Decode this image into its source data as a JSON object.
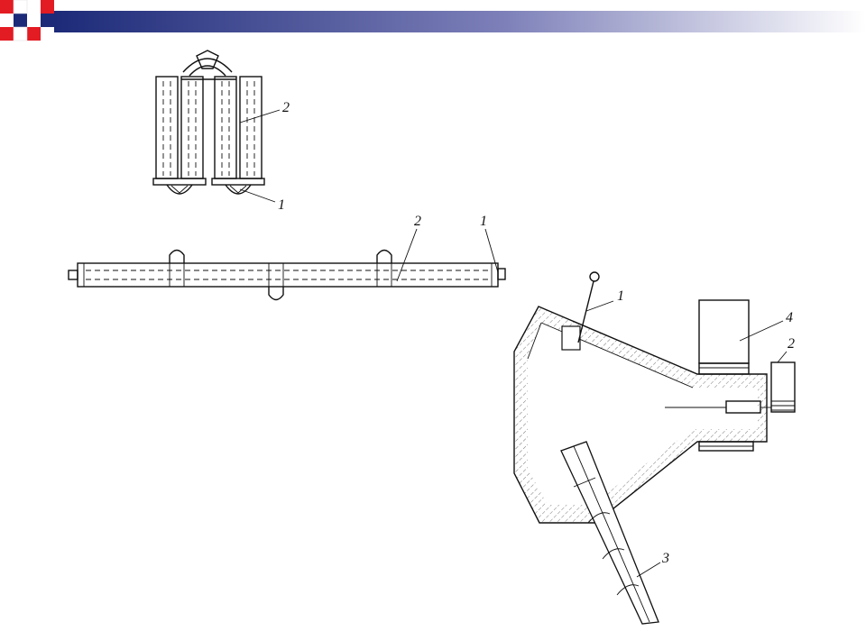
{
  "colors": {
    "banner_start": "#1c2a78",
    "banner_end": "#ffffff",
    "logo_red": "#e31b23",
    "logo_navy": "#1c2a78",
    "ink": "#111111",
    "hatch": "#555555"
  },
  "figure_top": {
    "labels": {
      "part2": "2",
      "part1": "1"
    }
  },
  "figure_middle": {
    "labels": {
      "part2": "2",
      "part1": "1"
    }
  },
  "figure_right": {
    "labels": {
      "part1": "1",
      "part4": "4",
      "part2": "2",
      "part3": "3"
    }
  }
}
